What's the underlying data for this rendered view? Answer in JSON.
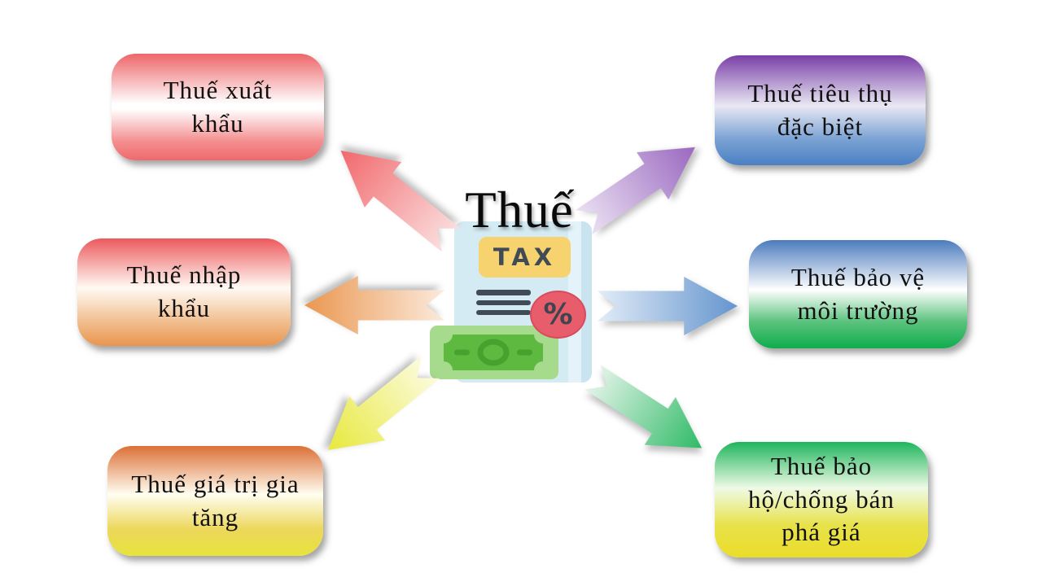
{
  "title": "Thuế",
  "center_icon": {
    "name": "tax-document",
    "tax_label": "TAX",
    "percent_symbol": "%",
    "colors": {
      "document": "#d5ebf4",
      "document_strip": "#e4f3f9",
      "document_edge": "#c9e4ef",
      "tax_badge": "#f6d36e",
      "ink": "#414b55",
      "percent_circle": "#e85d6c",
      "money_light": "#a6da8c",
      "money_dark": "#5eb940",
      "money_detail": "#46a12e"
    }
  },
  "nodes": [
    {
      "id": "thue-xuat-khau",
      "label": "Thuế xuất\nkhẩu",
      "position": "top-left",
      "color_top": "#ed6669",
      "color_bottom": "#ee696c"
    },
    {
      "id": "thue-nhap-khau",
      "label": "Thuế nhập\nkhẩu",
      "position": "middle-left",
      "color_top": "#ec5a5d",
      "color_bottom": "#e9954e"
    },
    {
      "id": "thue-gia-tri-gia-tang",
      "label": "Thuế giá trị gia\ntăng",
      "position": "bottom-left",
      "color_top": "#dc7037",
      "color_bottom": "#e7e33c"
    },
    {
      "id": "thue-tieu-thu-dac-biet",
      "label": "Thuế tiêu thụ\nđặc biệt",
      "position": "top-right",
      "color_top": "#7a3fa7",
      "color_bottom": "#4a80c4"
    },
    {
      "id": "thue-bao-ve-moi-truong",
      "label": "Thuế bảo vệ\nmôi trường",
      "position": "middle-right",
      "color_top": "#4c7cbd",
      "color_bottom": "#0ead4c"
    },
    {
      "id": "thue-bao-ho-chong-ban-pha-gia",
      "label": "Thuế bảo\nhộ/chống bán\nphá giá",
      "position": "bottom-right",
      "color_top": "#1fb55d",
      "color_bottom": "#eadd29"
    }
  ],
  "arrows": [
    {
      "direction": "up-left",
      "tail_color": "#fbdfdf",
      "head_color": "#f1686c"
    },
    {
      "direction": "up-right",
      "tail_color": "#eae0f2",
      "head_color": "#9a68c0"
    },
    {
      "direction": "left",
      "tail_color": "#fbeadb",
      "head_color": "#ea9750"
    },
    {
      "direction": "right",
      "tail_color": "#e2ecf7",
      "head_color": "#6495ce"
    },
    {
      "direction": "down-left",
      "tail_color": "#fcfbdf",
      "head_color": "#e7e93c"
    },
    {
      "direction": "down-right",
      "tail_color": "#e4f4e9",
      "head_color": "#2eba66"
    }
  ]
}
